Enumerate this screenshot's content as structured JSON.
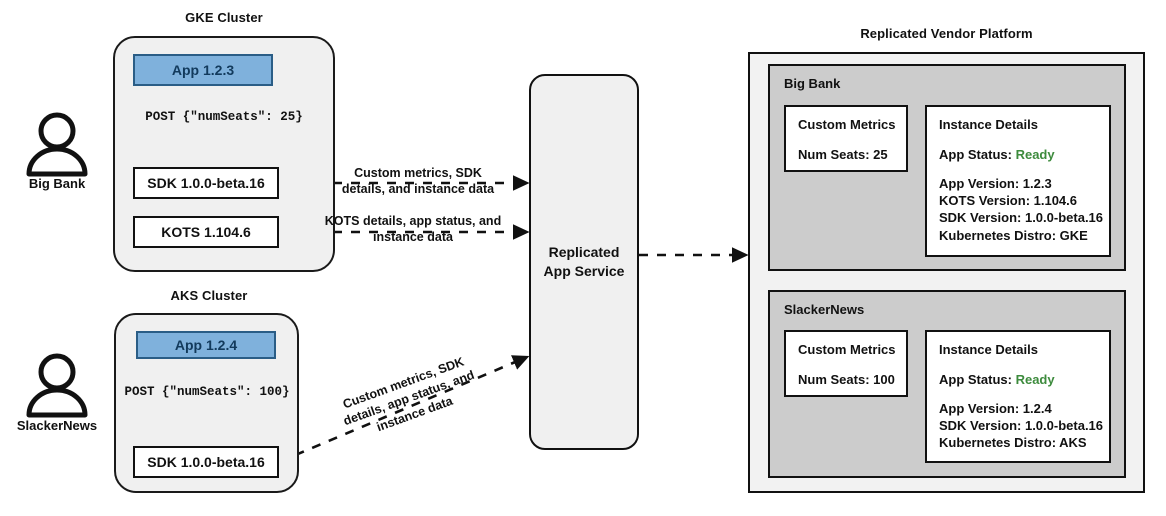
{
  "diagram": {
    "title_gke": "GKE Cluster",
    "title_aks": "AKS Cluster",
    "title_platform": "Replicated Vendor Platform"
  },
  "actors": [
    {
      "name": "Big Bank",
      "icon": "person-icon"
    },
    {
      "name": "SlackerNews",
      "icon": "person-icon"
    }
  ],
  "gke_cluster": {
    "app_box": "App 1.2.3",
    "post_text": "POST {\"numSeats\": 25}",
    "sdk_box": "SDK 1.0.0-beta.16",
    "kots_box": "KOTS 1.104.6"
  },
  "aks_cluster": {
    "app_box": "App 1.2.4",
    "post_text": "POST {\"numSeats\": 100}",
    "sdk_box": "SDK 1.0.0-beta.16"
  },
  "service": {
    "line1": "Replicated",
    "line2": "App Service"
  },
  "edges": {
    "gke_sdk": {
      "line1": "Custom metrics, SDK",
      "line2": "details, and instance data"
    },
    "gke_kots": {
      "line1": "KOTS details, app status, and",
      "line2": "instance data"
    },
    "aks_sdk": {
      "line1": "Custom metrics, SDK",
      "line2": "details, app status, and",
      "line3": "instance data"
    }
  },
  "platform": {
    "tenants": [
      {
        "name": "Big Bank",
        "custom_metrics": {
          "title": "Custom Metrics",
          "lines": [
            "Num Seats: 25"
          ]
        },
        "instance_details": {
          "title": "Instance Details",
          "status_label": "App Status:",
          "status_value": "Ready",
          "lines": [
            "App Version: 1.2.3",
            "KOTS Version: 1.104.6",
            "SDK Version: 1.0.0-beta.16",
            "Kubernetes Distro: GKE"
          ]
        }
      },
      {
        "name": "SlackerNews",
        "custom_metrics": {
          "title": "Custom Metrics",
          "lines": [
            "Num Seats: 100"
          ]
        },
        "instance_details": {
          "title": "Instance Details",
          "status_label": "App Status:",
          "status_value": "Ready",
          "lines": [
            "App Version: 1.2.4",
            "SDK Version: 1.0.0-beta.16",
            "Kubernetes Distro: AKS"
          ]
        }
      }
    ]
  },
  "colors": {
    "app_fill": "#7fb1dc",
    "app_border": "#2a5d86",
    "cluster_fill": "#f0f0f0",
    "tenant_fill": "#cccccc",
    "panel_fill": "#f2f2f2",
    "status_ready": "#3d8b3d",
    "stroke": "#111111"
  }
}
